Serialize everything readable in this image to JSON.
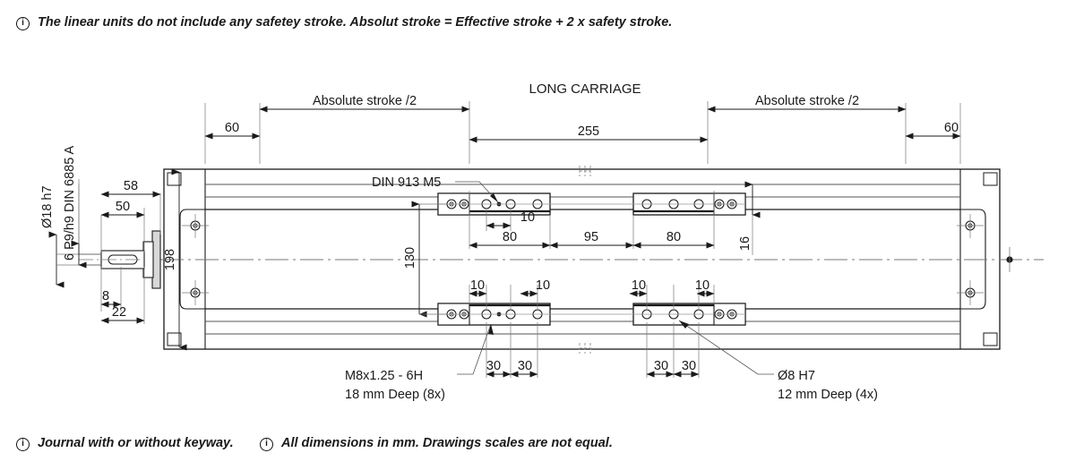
{
  "notes": {
    "top": "The linear units do not include any safetey stroke. Absolut stroke = Effective stroke + 2 x safety stroke.",
    "bottom_left": "Journal with or without keyway.",
    "bottom_right": "All dimensions in mm. Drawings scales are not equal.",
    "info_glyph": "i"
  },
  "drawing": {
    "title": "LONG CARRIAGE",
    "labels": {
      "shaft_diameter": "Ø18 h7",
      "keyway": "6 P9/h9 DIN 6885 A",
      "set_screw": "DIN 913 M5",
      "thread_1": "M8x1.25 - 6H",
      "thread_2": "18 mm Deep (8x)",
      "dowel_1": "Ø8 H7",
      "dowel_2": "12 mm Deep (4x)",
      "stroke_left": "Absolute stroke /2",
      "stroke_right": "Absolute stroke /2"
    },
    "dims": {
      "d58": "58",
      "d50": "50",
      "d8": "8",
      "d22": "22",
      "d198": "198",
      "d60_left": "60",
      "d60_right": "60",
      "d255": "255",
      "d130": "130",
      "d16": "16",
      "d10_top": "10",
      "d80_left": "80",
      "d95": "95",
      "d80_right": "80",
      "d10_a": "10",
      "d10_b": "10",
      "d10_c": "10",
      "d10_d": "10",
      "d30_a": "30",
      "d30_b": "30",
      "d30_c": "30",
      "d30_d": "30"
    },
    "colors": {
      "line": "#1a1a1a",
      "thin": "#555555",
      "center": "#777777",
      "fill": "#ffffff"
    }
  }
}
